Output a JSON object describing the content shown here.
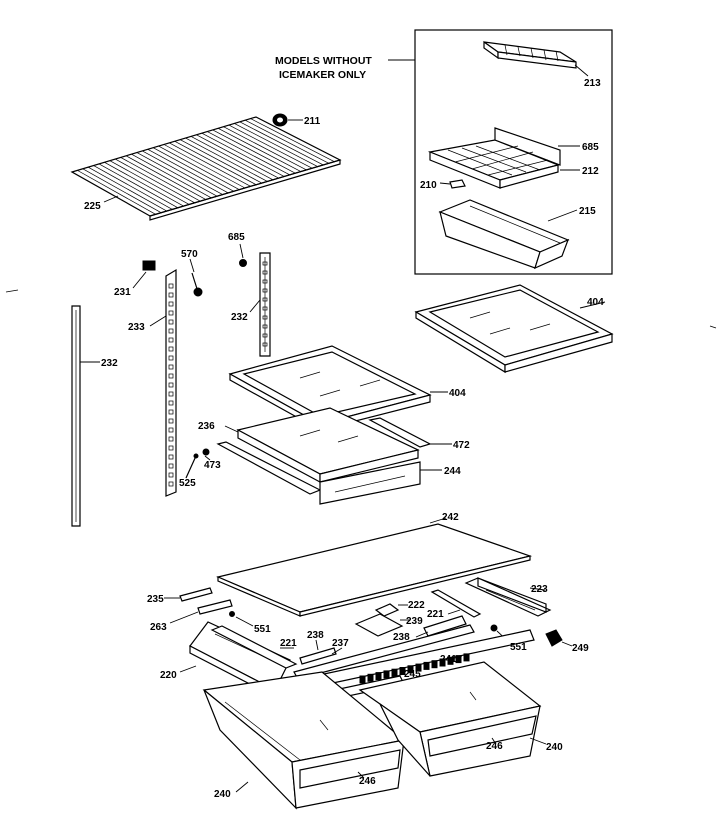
{
  "note": {
    "line1": "MODELS WITHOUT",
    "line2": "ICEMAKER ONLY"
  },
  "parts": {
    "p211": "211",
    "p213": "213",
    "p685a": "685",
    "p212": "212",
    "p210": "210",
    "p215": "215",
    "p225": "225",
    "p685b": "685",
    "p570": "570",
    "p231": "231",
    "p232a": "232",
    "p233": "233",
    "p232b": "232",
    "p404a": "404",
    "p404b": "404",
    "p236": "236",
    "p472": "472",
    "p473": "473",
    "p525": "525",
    "p244": "244",
    "p242": "242",
    "p235": "235",
    "p223": "223",
    "p222": "222",
    "p221a": "221",
    "p263": "263",
    "p551a": "551",
    "p239": "239",
    "p238a": "238",
    "p237": "237",
    "p238b": "238",
    "p221b": "221",
    "p551b": "551",
    "p249": "249",
    "p220": "220",
    "p241": "241",
    "p245": "245",
    "p246a": "246",
    "p240a": "240",
    "p246b": "246",
    "p240b": "240"
  }
}
